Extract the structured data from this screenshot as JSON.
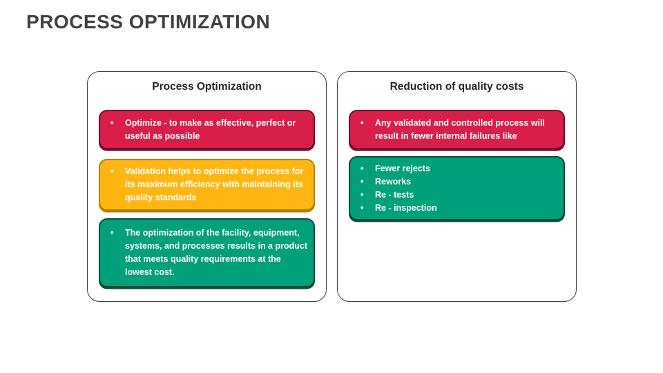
{
  "slide": {
    "title": "PROCESS OPTIMIZATION"
  },
  "colors": {
    "title_text": "#404040",
    "panel_border": "#404040",
    "text_white": "#FFFFFF",
    "red_fill": "#D91E49",
    "red_border": "#72092E",
    "orange_fill": "#FFB612",
    "orange_border": "#BA7F00",
    "green_fill": "#00A17A",
    "green_border": "#0C4A3B"
  },
  "panels": [
    {
      "title": "Process Optimization",
      "boxes": [
        {
          "color": "red",
          "items": [
            "Optimize - to make as effective, perfect or useful as possible"
          ]
        },
        {
          "color": "orange",
          "items": [
            "Validation helps to optimize the process for its maximum efficiency with maintaining its quality standards"
          ]
        },
        {
          "color": "green",
          "items": [
            "The optimization of the facility, equipment, systems, and processes results in a product that meets quality requirements at the lowest cost."
          ]
        }
      ]
    },
    {
      "title": "Reduction of quality costs",
      "boxes": [
        {
          "color": "red",
          "items": [
            "Any validated and controlled process will result in fewer internal failures like"
          ]
        },
        {
          "color": "green",
          "items": [
            "Fewer rejects",
            "Reworks",
            "Re - tests",
            "Re - inspection"
          ]
        }
      ]
    }
  ]
}
